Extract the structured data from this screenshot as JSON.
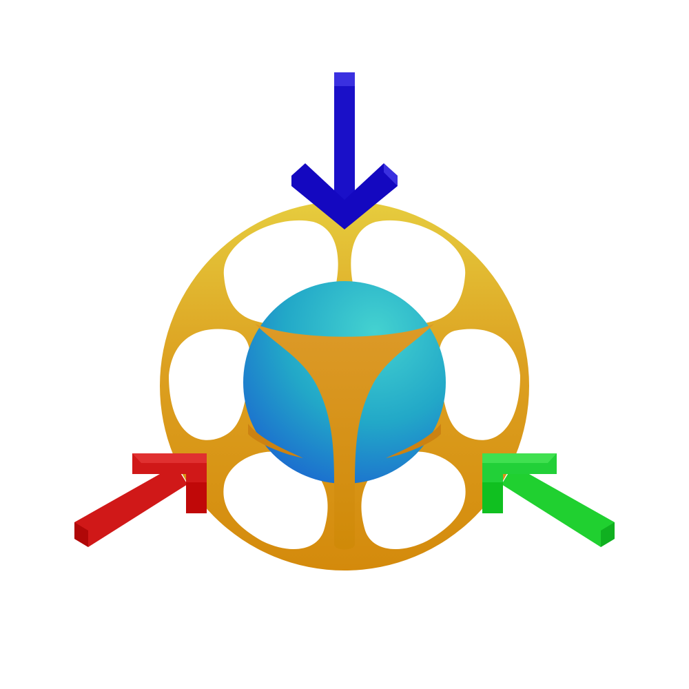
{
  "logo": {
    "icon": "sphere-in-cage-with-three-axis-arrows-icon",
    "colors": {
      "background": "#ffffff",
      "cage": "#d9960f",
      "cage_highlight": "#e8c83a",
      "cage_shadow": "#c87d10",
      "sphere_top": "#40cdd0",
      "sphere_bottom": "#1a6fd0",
      "arrow_top": "#1a10c8",
      "arrow_left": "#d01818",
      "arrow_right": "#20d030"
    },
    "arrows": [
      {
        "name": "arrow-down-icon",
        "direction": "down"
      },
      {
        "name": "arrow-up-right-icon",
        "direction": "up-right"
      },
      {
        "name": "arrow-up-left-icon",
        "direction": "up-left"
      }
    ]
  }
}
